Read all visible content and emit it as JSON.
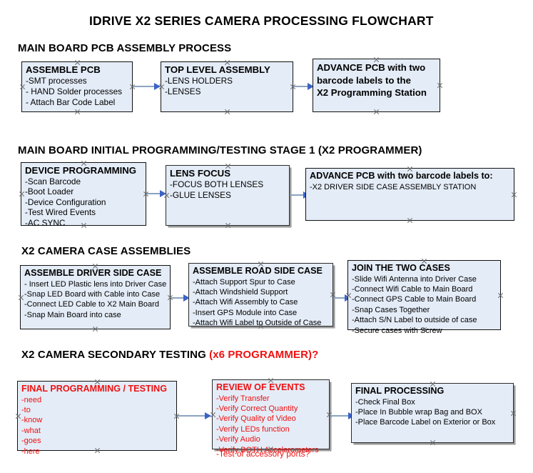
{
  "document": {
    "title": "IDRIVE X2  SERIES CAMERA PROCESSING FLOWCHART"
  },
  "colors": {
    "box_fill": "#e4ecf7",
    "box_border": "#111111",
    "accent_red": "#ee1111",
    "arrow_shaft": "#8aa4c0",
    "arrow_head": "#3a62c8"
  },
  "sections": [
    {
      "heading": "MAIN BOARD PCB ASSEMBLY PROCESS",
      "heading_accent": "",
      "boxes": [
        {
          "title": "ASSEMBLE PCB",
          "lines": [
            "-SMT processes",
            "- HAND Solder processes",
            "- Attach Bar Code Label"
          ]
        },
        {
          "title": "TOP LEVEL ASSEMBLY",
          "lines": [
            "-LENS HOLDERS",
            "-LENSES"
          ]
        },
        {
          "title_lines": [
            "ADVANCE PCB with two",
            "barcode labels to the",
            " X2 Programming Station"
          ]
        }
      ]
    },
    {
      "heading": "MAIN BOARD INITIAL PROGRAMMING/TESTING STAGE 1 (X2 PROGRAMMER)",
      "heading_accent": "",
      "boxes": [
        {
          "title": "DEVICE PROGRAMMING",
          "lines": [
            "-Scan Barcode",
            "-Boot Loader",
            "-Device Configuration",
            "-Test Wired Events",
            "-AC SYNC"
          ]
        },
        {
          "title": "LENS FOCUS",
          "lines": [
            "-FOCUS BOTH LENSES",
            "-GLUE LENSES"
          ]
        },
        {
          "title": "ADVANCE PCB with two barcode labels to:",
          "lines": [
            "-X2 DRIVER  SIDE  CASE  ASSEMBLY STATION"
          ]
        }
      ]
    },
    {
      "heading": "X2 CAMERA CASE ASSEMBLIES",
      "heading_accent": "",
      "boxes": [
        {
          "title": "ASSEMBLE DRIVER SIDE CASE",
          "lines": [
            "- Insert LED Plastic lens into Driver Case",
            "-Snap LED Board with Cable into Case",
            "-Connect LED Cable to X2 Main Board",
            "-Snap Main Board into case"
          ]
        },
        {
          "title": "ASSEMBLE ROAD SIDE CASE",
          "lines": [
            "-Attach Support Spur to Case",
            "-Attach Windshield Support",
            "-Attach Wifi Assembly to Case",
            "-Insert GPS Module into Case",
            "-Attach Wifi Label to Outside of Case"
          ]
        },
        {
          "title": "JOIN THE TWO CASES",
          "lines": [
            "-Slide Wifi Antenna into Driver Case",
            "-Connect Wifi Cable to Main Board",
            "-Connect GPS Cable to Main Board",
            "-Snap Cases Together",
            "-Attach S/N Label to outside of case",
            "-Secure cases with Screw"
          ]
        }
      ]
    },
    {
      "heading": "X2 CAMERA SECONDARY TESTING ",
      "heading_accent": "(x6 PROGRAMMER)?",
      "boxes": [
        {
          "title": "FINAL PROGRAMMING / TESTING",
          "lines": [
            "-need",
            "-to",
            "-know",
            "-what",
            "-goes",
            "-here"
          ]
        },
        {
          "title": "REVIEW OF EVENTS",
          "lines": [
            "-Verify Transfer",
            "-Verify Correct Quantity",
            "-Verify Quality of Video",
            "-Verify LEDs function",
            "-Verify Audio",
            "-Verify BOTH Accelerometers"
          ],
          "overflow_line": "-Test of accessory ports?"
        },
        {
          "title": "FINAL PROCESSING",
          "lines": [
            " -Check Final Box",
            "-Place In Bubble wrap Bag and BOX",
            "-Place Barcode Label on Exterior or Box"
          ]
        }
      ]
    }
  ]
}
